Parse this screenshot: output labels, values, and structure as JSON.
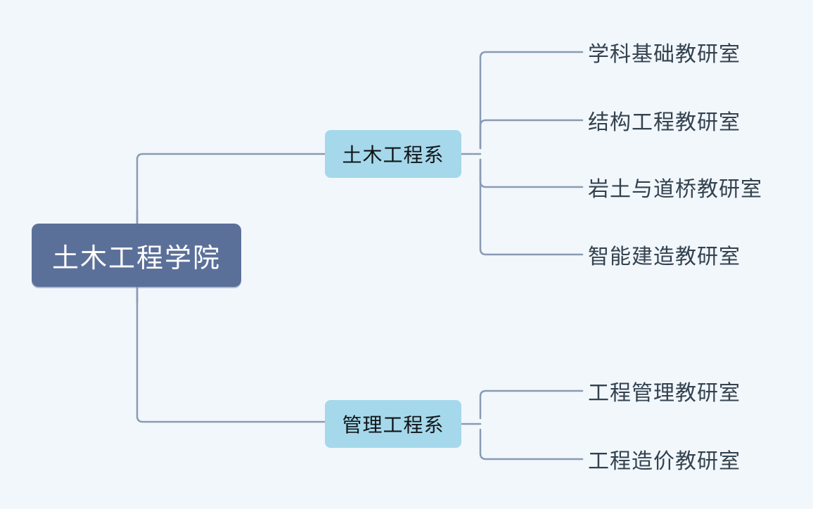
{
  "diagram": {
    "type": "mindmap",
    "orientation": "left-to-right",
    "background_color": "#f2f7fc",
    "connector_color": "#8a9bb3",
    "root": {
      "label": "土木工程学院",
      "fill_color": "#5b7099",
      "text_color": "#ffffff"
    },
    "branches": [
      {
        "label": "土木工程系",
        "fill_color": "#a5d8ea",
        "text_color": "#111418",
        "children": [
          {
            "label": "学科基础教研室",
            "text_color": "#33424f"
          },
          {
            "label": "结构工程教研室",
            "text_color": "#33424f"
          },
          {
            "label": "岩土与道桥教研室",
            "text_color": "#33424f"
          },
          {
            "label": "智能建造教研室",
            "text_color": "#33424f"
          }
        ]
      },
      {
        "label": "管理工程系",
        "fill_color": "#a5d8ea",
        "text_color": "#111418",
        "children": [
          {
            "label": "工程管理教研室",
            "text_color": "#33424f"
          },
          {
            "label": "工程造价教研室",
            "text_color": "#33424f"
          }
        ]
      }
    ]
  }
}
